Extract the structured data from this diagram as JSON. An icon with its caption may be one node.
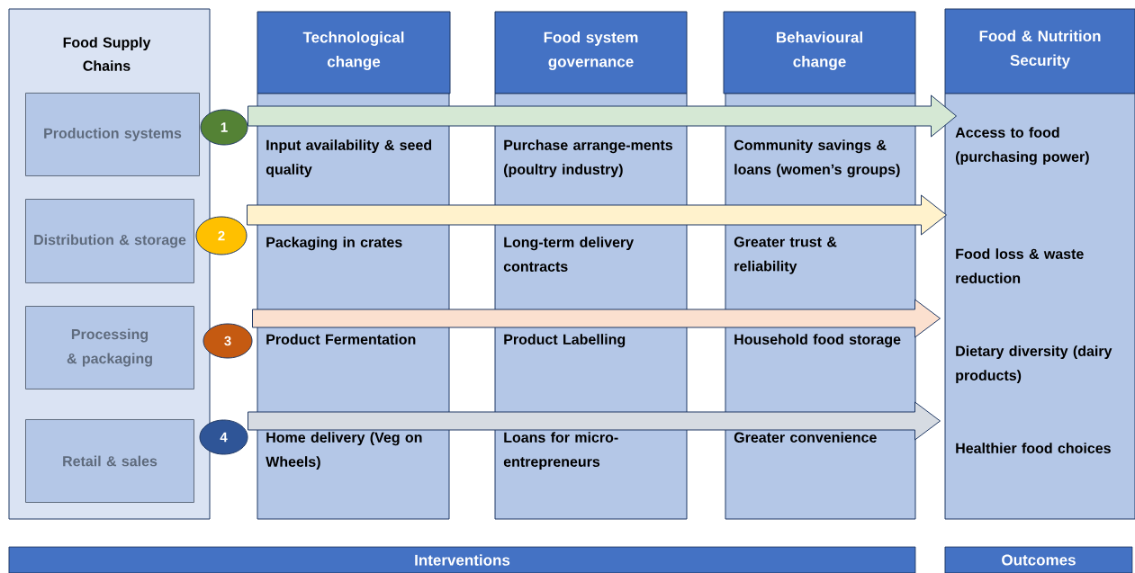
{
  "diagram": {
    "nodes": [
      {
        "text": [
          "Food Supply Chains"
        ]
      },
      {
        "text": [
          "Production systems"
        ],
        "in": 0
      },
      {
        "text": [
          "Distribution & storage"
        ],
        "in": 0
      },
      {
        "text": [
          "Processing & packaging"
        ],
        "in": 0
      },
      {
        "text": [
          "Retail & sales"
        ],
        "in": 0
      },
      {
        "text": [
          "Technological change"
        ]
      },
      {
        "text": [
          "Input availability & seed quality",
          "Packaging in crates",
          "Product Fermentation",
          "Home delivery (Veg on Wheels)"
        ]
      },
      {
        "text": [
          "Food system governance"
        ]
      },
      {
        "text": [
          "Purchase arrange-ments (poultry industry)",
          "Long-term delivery contracts",
          "Product Labelling",
          "Loans for micro-entrepreneurs"
        ]
      },
      {
        "text": [
          "Behavioural change"
        ]
      },
      {
        "text": [
          "Community savings & loans (women’s groups)",
          "Greater trust & reliability",
          "Household food storage",
          "Greater convenience"
        ]
      },
      {
        "text": [
          "Food & Nutrition Security"
        ]
      },
      {
        "text": [
          "Access to food (purchasing power)",
          "Food loss & waste reduction",
          "Dietary diversity (dairy products)",
          "Healthier food choices"
        ]
      },
      {
        "text": [
          "1"
        ]
      },
      {
        "text": [
          "2"
        ]
      },
      {
        "text": [
          "3"
        ]
      },
      {
        "text": [
          "4"
        ]
      },
      {
        "text": [
          "Interventions"
        ]
      },
      {
        "text": [
          "Outcomes"
        ]
      }
    ],
    "edges": [
      {
        "from": 13,
        "to": 12,
        "arrow": "to",
        "color": "#d5e8d4"
      },
      {
        "from": 14,
        "to": 12,
        "arrow": "to",
        "color": "#fff2cc"
      },
      {
        "from": 15,
        "to": 12,
        "arrow": "to",
        "color": "#fbe0cf"
      },
      {
        "from": 16,
        "to": 12,
        "arrow": "to",
        "color": "#d6dbe2"
      }
    ]
  }
}
